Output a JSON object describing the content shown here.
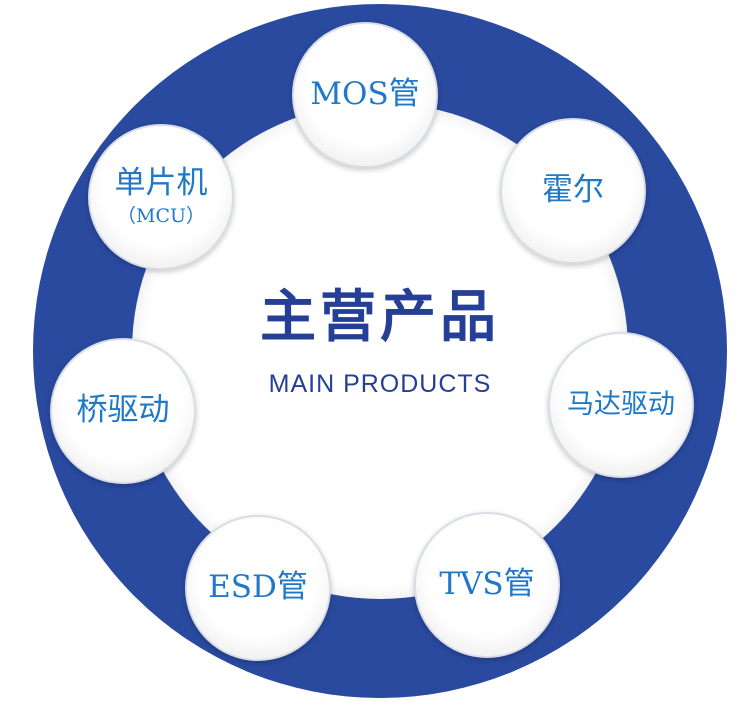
{
  "center": {
    "title": "主营产品",
    "subtitle": "MAIN PRODUCTS"
  },
  "products": [
    {
      "label": "MOS管",
      "sub": ""
    },
    {
      "label": "霍尔",
      "sub": ""
    },
    {
      "label": "马达驱动",
      "sub": ""
    },
    {
      "label": "TVS管",
      "sub": ""
    },
    {
      "label": "ESD管",
      "sub": ""
    },
    {
      "label": "桥驱动",
      "sub": ""
    },
    {
      "label": "单片机",
      "sub": "（MCU）"
    }
  ],
  "colors": {
    "ring": "#2a4aa0",
    "title": "#243f95",
    "node_text": "#1f78c8",
    "node_bg": "#ffffff"
  }
}
